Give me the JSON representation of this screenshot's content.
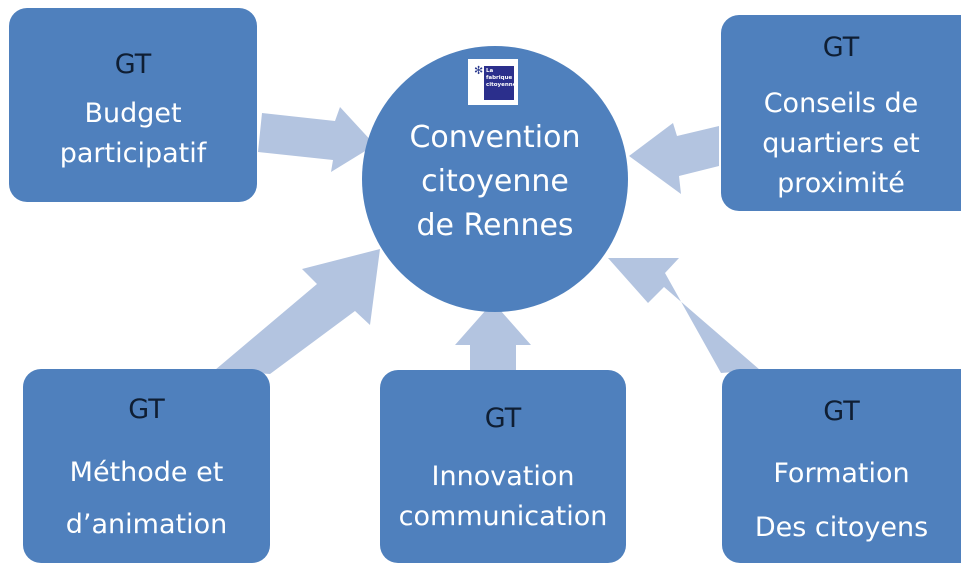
{
  "colors": {
    "node_fill": "#4f80bd",
    "arrow_fill": "#b3c4e0",
    "gt_text": "#0f1e33",
    "label_text": "#ffffff"
  },
  "center": {
    "logo": {
      "icon": "logo-icon",
      "lines": [
        "La",
        "fabrique",
        "citoyenne"
      ]
    },
    "title_lines": [
      "Convention",
      "citoyenne",
      "de Rennes"
    ]
  },
  "groups": [
    {
      "prefix": "GT",
      "lines": [
        "Budget",
        "participatif"
      ]
    },
    {
      "prefix": "GT",
      "lines": [
        "Conseils de",
        "quartiers et",
        "proximité"
      ]
    },
    {
      "prefix": "GT",
      "lines": [
        "Méthode et",
        "d’animation"
      ]
    },
    {
      "prefix": "GT",
      "lines": [
        "Innovation",
        "communication"
      ]
    },
    {
      "prefix": "GT",
      "lines": [
        "Formation",
        "Des citoyens"
      ]
    }
  ]
}
